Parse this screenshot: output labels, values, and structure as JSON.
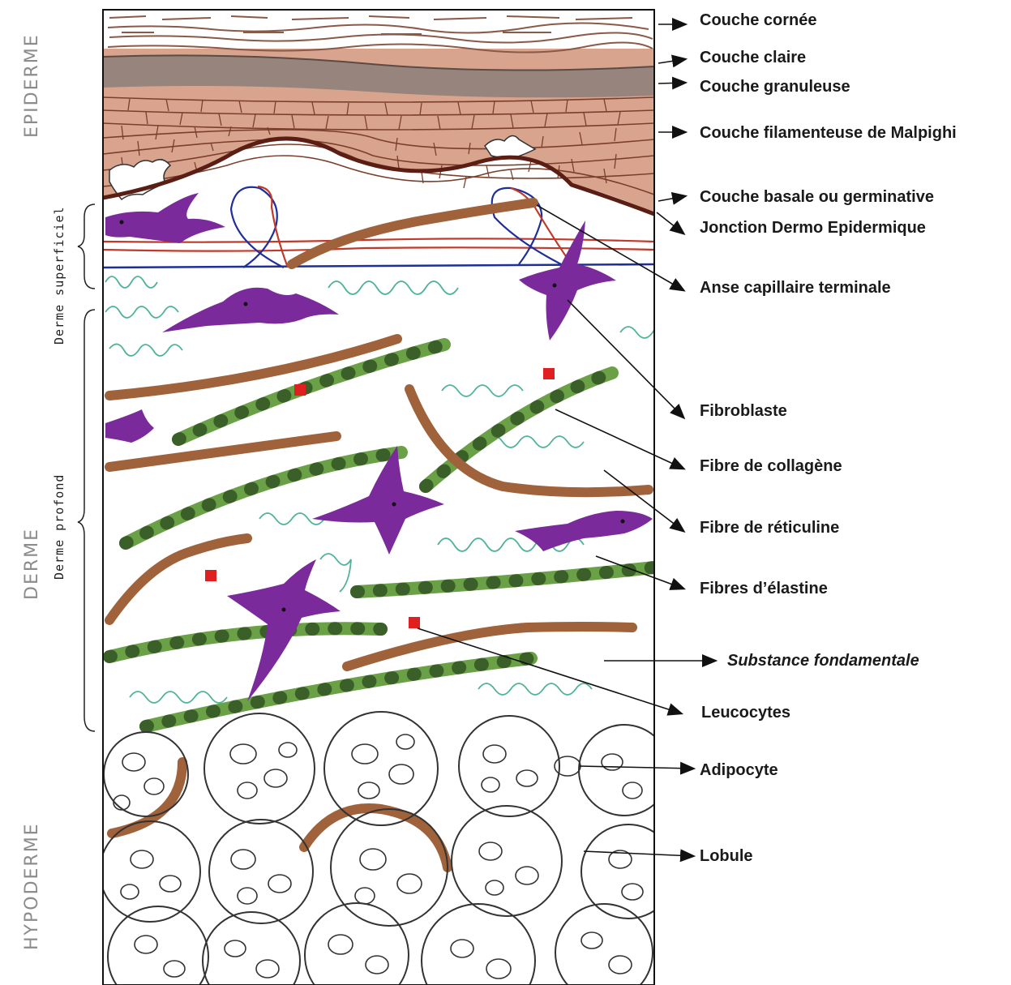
{
  "side_labels": {
    "epiderme": "EPIDERME",
    "derme": "DERME",
    "hypoderme": "HYPODERME",
    "derme_superficiel": "Derme superficiel",
    "derme_profond": "Derme profond"
  },
  "labels": [
    "Couche cornée",
    "Couche claire",
    "Couche granuleuse",
    "Couche filamenteuse de Malpighi",
    "Couche basale ou germinative",
    "Jonction Dermo Epidermique",
    "Anse capillaire terminale",
    "Fibroblaste",
    "Fibre de collagène",
    "Fibre de réticuline",
    "Fibres d’élastine",
    "Substance fondamentale",
    "Leucocytes",
    "Adipocyte",
    "Lobule"
  ],
  "colors": {
    "epidermis": "#d9a48e",
    "cell_line": "#7a3f2c",
    "granular": "#8a7f7a",
    "basal_line": "#5a1e14",
    "collagen": "#a0623a",
    "reticulin": "#6aa046",
    "elastin": "#4fb39a",
    "fibroblast": "#7a2a9a",
    "leukocyte": "#e02020",
    "capillary_red": "#c0392b",
    "capillary_blue": "#1f2f9a",
    "fat_cell": "#3a3a3a"
  }
}
